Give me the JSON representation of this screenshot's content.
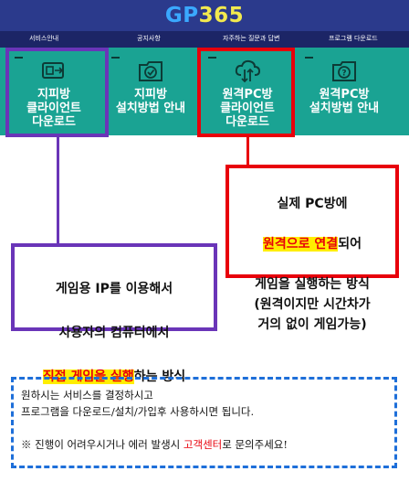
{
  "header": {
    "logo_prefix": "GP",
    "logo_number": "365",
    "colors": {
      "bar": "#2b3a8c",
      "nav": "#1c2566",
      "prefix": "#3aa8ff",
      "number": "#f2e94e"
    }
  },
  "nav": {
    "items": [
      {
        "label": "서비스안내"
      },
      {
        "label": "공지사항"
      },
      {
        "label": "자주하는 질문과 답변"
      },
      {
        "label": "프로그램 다운로드"
      }
    ]
  },
  "tiles": [
    {
      "label": "지피방\n클라이언트\n다운로드",
      "icon": "client-download-icon"
    },
    {
      "label": "지피방\n설치방법 안내",
      "icon": "settings-check-icon"
    },
    {
      "label": "원격PC방\n클라이언트\n다운로드",
      "icon": "cloud-transfer-icon"
    },
    {
      "label": "원격PC방\n설치방법 안내",
      "icon": "help-question-icon"
    }
  ],
  "remote_callout": {
    "line1": "실제 PC방에",
    "highlight": "원격으로 연결",
    "line2_suffix": "되어",
    "rest": "게임을 실행하는 방식\n(원격이지만 시간차가\n거의 없이 게임가능)"
  },
  "direct_callout": {
    "line1": "게임용 IP를 이용해서",
    "line2": "사용자의 컴퓨터에서",
    "highlight": "직접 게임을 실행",
    "line3_suffix": "하는 방식"
  },
  "notice": {
    "line1": "원하시는 서비스를 결정하시고",
    "line2": "프로그램을 다운로드/설치/가입후 사용하시면 됩니다.",
    "line3_prefix": "※ 진행이 어려우시거나 에러 발생시 ",
    "line3_link": "고객센터",
    "line3_suffix": "로 문의주세요!"
  },
  "colors": {
    "tile_bg": "#1aa393",
    "purple": "#6a35b8",
    "red": "#e8000b",
    "highlight": "#ffee00",
    "notice_border": "#1e6fd9"
  }
}
